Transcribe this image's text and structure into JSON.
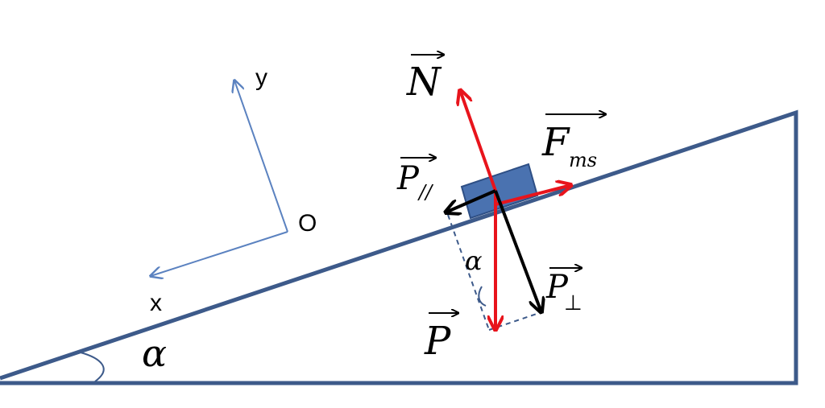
{
  "labels": {
    "normal_force": "N",
    "friction_force": "F",
    "friction_sub": "ms",
    "weight": "P",
    "parallel_component": "P",
    "parallel_sub": "//",
    "perpendicular_component": "P",
    "perpendicular_sub": "⊥",
    "axis_origin": "O",
    "axis_x": "x",
    "axis_y": "y",
    "angle_incline": "α",
    "angle_between": "α"
  },
  "colors": {
    "incline": "#3d5a8a",
    "block_fill": "#4a72b0",
    "block_stroke": "#2e4f85",
    "axes": "#5b82c0",
    "red_force": "#e8141c",
    "black_force": "#000000",
    "dashed": "#3d5a8a"
  }
}
